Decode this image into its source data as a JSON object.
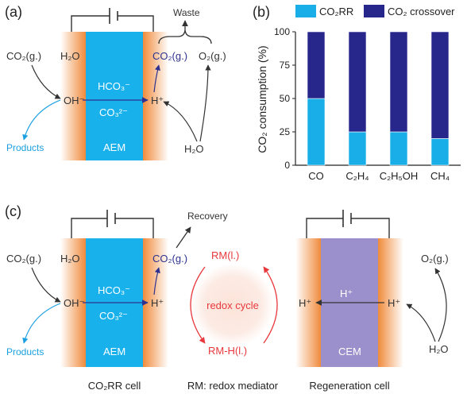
{
  "panels": {
    "a": {
      "label": "(a)",
      "waste": "Waste",
      "co2_in": "CO₂(g.)",
      "h2o": "H₂O",
      "oh": "OH⁻",
      "hco3": "HCO₃⁻",
      "co3": "CO₃²⁻",
      "products": "Products",
      "membrane": "AEM",
      "co2_out": "CO₂(g.)",
      "o2": "O₂(g.)",
      "h_plus": "H⁺",
      "h2o_anode": "H₂O"
    },
    "b": {
      "label": "(b)",
      "chart_data": {
        "type": "bar",
        "stacked": true,
        "categories": [
          "CO",
          "C₂H₄",
          "C₂H₅OH",
          "CH₄"
        ],
        "series": [
          {
            "name": "CO₂RR",
            "color": "#1aaee8",
            "values": [
              50,
              25,
              25,
              20
            ]
          },
          {
            "name": "CO₂ crossover",
            "color": "#27268a",
            "values": [
              50,
              75,
              75,
              80
            ]
          }
        ],
        "ylabel": "CO₂ consumption (%)",
        "ylim": [
          0,
          100
        ],
        "yticks": [
          0,
          25,
          50,
          75,
          100
        ],
        "legend": "top"
      }
    },
    "c": {
      "label": "(c)",
      "recovery": "Recovery",
      "co2_in": "CO₂(g.)",
      "h2o": "H₂O",
      "oh": "OH⁻",
      "hco3": "HCO₃⁻",
      "co3": "CO₃²⁻",
      "co2_out": "CO₂(g.)",
      "h_plus_cathode": "H⁺",
      "products": "Products",
      "aem": "AEM",
      "rm": "RM(l.)",
      "redox_cycle": "redox cycle",
      "rmh": "RM-H(l.)",
      "h_plus_left": "H⁺",
      "h_plus_mid": "H⁺",
      "h_plus_right": "H⁺",
      "cem": "CEM",
      "o2": "O₂(g.)",
      "h2o_anode": "H₂O",
      "caption_left": "CO₂RR cell",
      "caption_mid": "RM: redox mediator",
      "caption_right": "Regeneration cell"
    }
  },
  "colors": {
    "aem": "#18b1ec",
    "cem": "#9b90cc",
    "electrode": "#f08b3c",
    "arrow_blue": "#1aa0e0",
    "arrow_red": "#e8383c",
    "arrow_navy": "#2d3290",
    "redox_text": "#e8383c"
  }
}
